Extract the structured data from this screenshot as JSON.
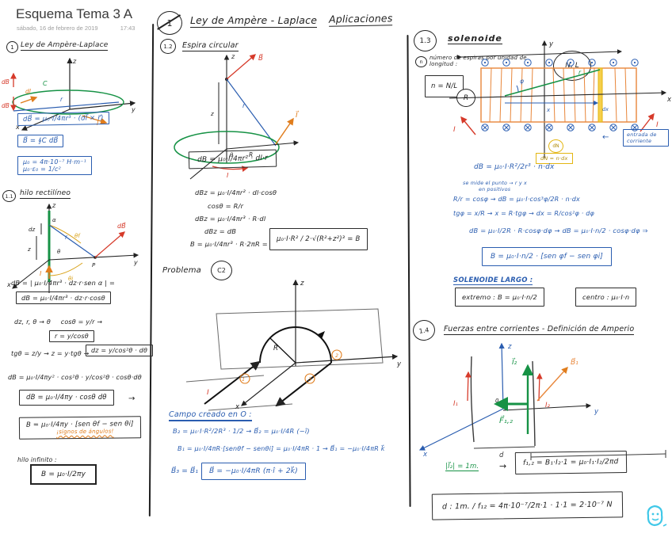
{
  "page": {
    "title": "Esquema Tema 3 A",
    "date": "sábado, 16 de febrero de 2019",
    "time": "17:43"
  },
  "colors": {
    "ink_black": "#232323",
    "ink_blue": "#2a5db0",
    "ink_red": "#d63a2a",
    "ink_orange": "#e07d1d",
    "ink_green": "#169245",
    "ink_yellow": "#e3b612",
    "ink_cyan": "#40c8e8"
  },
  "col1": {
    "sec1_num": "1",
    "sec1_title": "Ley de Ampère-Laplace",
    "d1": {
      "z": "z",
      "y": "y",
      "x": "x",
      "c": "C",
      "db_top": "dB",
      "db_bot": "dB",
      "dl": "dl",
      "i": "I",
      "r": "r"
    },
    "f1": "dB⃗ = μ₀·I/4πr³ · (dl⃗ × r⃗)",
    "f2": "B⃗ = ∮C dB⃗",
    "f3a": "μ₀ = 4π·10⁻⁷ H·m⁻¹",
    "f3b": "μ₀·ε₀ = 1/c²",
    "sec2_num": "1.1",
    "sec2_title": "hilo rectilíneo",
    "d2": {
      "z": "z",
      "y": "y",
      "x": "x",
      "dz": "dz",
      "zdist": "z",
      "r": "r",
      "alpha": "α",
      "theta": "θ",
      "thetaf": "θf",
      "thetai": "θi",
      "i": "I",
      "db": "dB⃗",
      "p": "P"
    },
    "f4": "dB = | μ₀·I/4πr³ · dz·r·sen α | =",
    "f5": "dB = μ₀·I/4πr³ · dz·r·cosθ",
    "f6": "dz, r, θ → θ",
    "f7": "cosθ = y/r →",
    "f8": "r = y/cosθ",
    "f9": "tgθ = z/y → z = y·tgθ →",
    "f10": "dz = y/cos²θ · dθ",
    "f11": "dB = μ₀·I/4πy² · cos²θ · y/cos²θ · cosθ·dθ",
    "f12": "dB = μ₀·I/4πy · cosθ dθ",
    "f12_arrow": "→",
    "f13": "B = μ₀·I/4πy · [sen θf − sen θi]",
    "f13_note": "¡signos de ángulos!",
    "hilo_inf": "hilo infinito :",
    "f14": "B = μ₀·I/2πy"
  },
  "col2": {
    "sec_num": "1",
    "title": "Ley de Ampère - Laplace",
    "title2": "Aplicaciones",
    "sec12_num": "1.2",
    "sec12_title": "Espira circular",
    "d3": {
      "z": "z",
      "zdist": "z",
      "b": "B⃗",
      "r": "r",
      "theta": "θ",
      "R": "R",
      "dl": "I⃗",
      "i": "I"
    },
    "f1": "dB = μ₀·I/4πr² · dl·r",
    "f2": "dBz = μ₀·I/4πr² · dl·cosθ",
    "f3": "cosθ = R/r",
    "f4": "dBz = μ₀·I/4πr³ · R·dl",
    "f5": "dBz = dB",
    "f6": "B = μ₀·I/4πr³ · R·2πR =",
    "f7": "μ₀·I·R² / 2·√(R²+z²)³ = B",
    "problema": "Problema",
    "problema_ref": "C2",
    "d4": {
      "z": "z",
      "y": "y",
      "x": "x",
      "R": "R",
      "w1": "1",
      "w2": "2",
      "w3": "3",
      "i": "I"
    },
    "campo_title": "Campo creado en O :",
    "f8": "B₂ = μ₀·I·R²/2R³ · 1/2  →  B⃗₂ = μ₀·I/4R (−î)",
    "f9": "B₁ = μ₀·I/4πR·[senθf − senθi] = μ₀·I/4πR · 1 → B⃗₁ = −μ₀·I/4πR k⃗",
    "f10": "B⃗₃ = B⃗₁",
    "f11": "B⃗ = −μ₀·I/4πR (π·î + 2k⃗)"
  },
  "col3": {
    "sec13_num": "1.3",
    "sec13_title": "solenoide",
    "n_label": "n",
    "n_def": "número de espiras por unidad de longitud :",
    "n_formula": "n = N/L",
    "nl_badge": "N, L",
    "r_badge": "R",
    "d5": {
      "y": "y",
      "x": "x",
      "r": "r",
      "phi": "φ",
      "dx": "dx",
      "xlab": "x",
      "i_left": "I",
      "i_right": "I"
    },
    "dn_circle": "dN",
    "dn_box": "dN = n·dx",
    "nota_arrow": "←",
    "nota_corriente": "entrada de corriente",
    "f1": "dB = μ₀·I·R²/2r³ · n·dx",
    "nota1": "se mide el punto → r y x",
    "nota2": "en positivos",
    "f2": "R/r = cosφ → dB = μ₀·I·cos³φ/2R · n·dx",
    "f3": "tgφ = x/R → x = R·tgφ → dx = R/cos²φ · dφ",
    "f4": "dB = μ₀·I/2R · R·cosφ·dφ → dB = μ₀·I·n/2 · cosφ·dφ ⇒",
    "f5": "B = μ₀·I·n/2 · [sen φf − sen φi]",
    "largo_title": "SOLENOIDE LARGO :",
    "f6": "extremo :  B = μ₀·I·n/2",
    "f7": "centro :  μ₀·I·n",
    "sec14_num": "1.4",
    "sec14_title": "Fuerzas entre corrientes - Definición de Amperio",
    "d6": {
      "z": "z",
      "y": "y",
      "x": "x",
      "i1": "I₁",
      "i2": "I₂",
      "i2vec": "I⃗₂",
      "f12": "F⃗₁,₂",
      "b1": "B⃗₁",
      "d": "d",
      "o": "0"
    },
    "l2": "|l⃗₂| = 1m.",
    "l2_arrow": "→",
    "f8": "f₁,₂ = B₁·I₂·1 = μ₀·I₁·I₂/2πd",
    "f9": "d : 1m. /  f₁₂ = 4π·10⁻⁷/2π·1 · 1·1 = 2·10⁻⁷ N"
  }
}
